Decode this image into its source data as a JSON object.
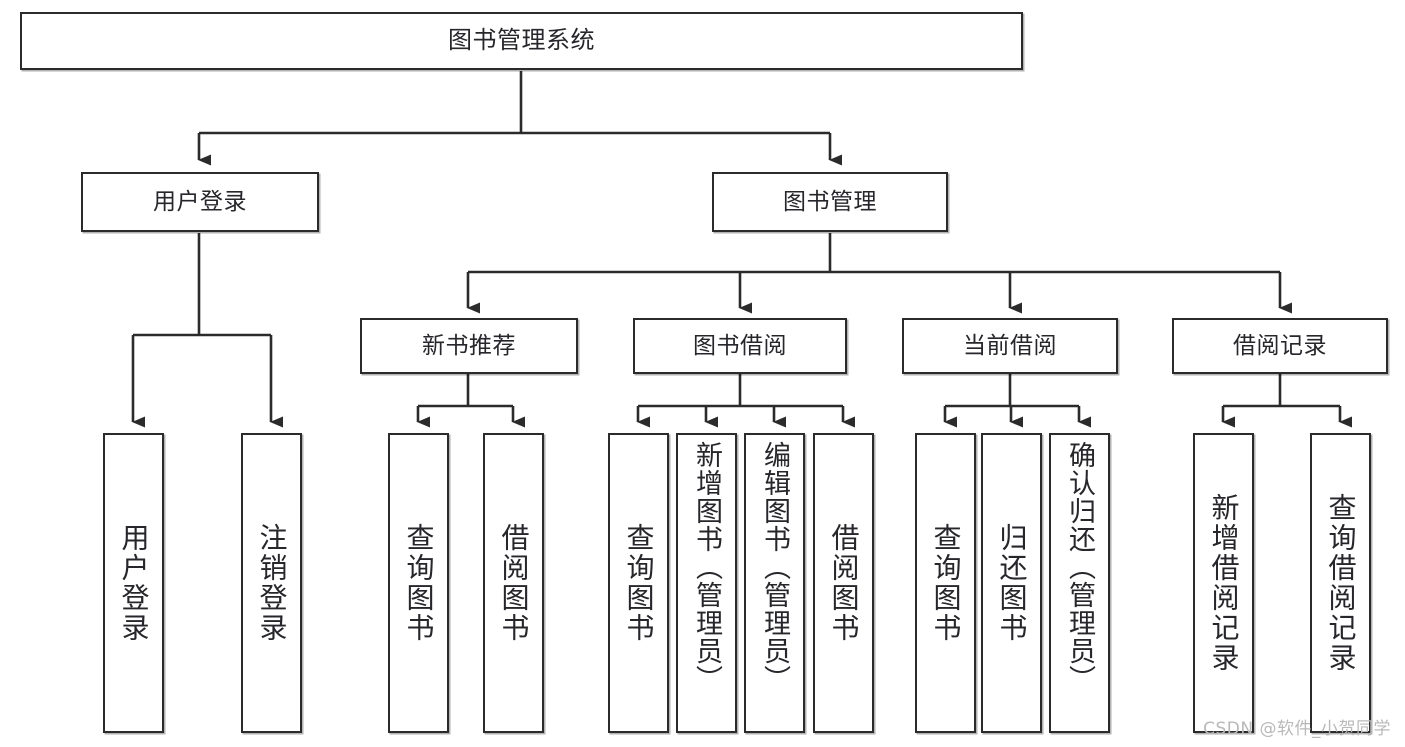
{
  "diagram": {
    "type": "tree",
    "title": "图书管理系统",
    "orientation": "top-down",
    "colors": {
      "background": "#ffffff",
      "box_border": "#2b2b2b",
      "box_fill": "#ffffff",
      "text": "#26262b",
      "connector": "#2b2b2b",
      "watermark": "#b9b9b9"
    },
    "root": {
      "label": "图书管理系统"
    },
    "tier1": [
      {
        "label": "用户登录"
      },
      {
        "label": "图书管理"
      }
    ],
    "tier2": [
      {
        "label": "新书推荐"
      },
      {
        "label": "图书借阅"
      },
      {
        "label": "当前借阅"
      },
      {
        "label": "借阅记录"
      }
    ],
    "leaves": {
      "user_login": [
        {
          "label": "用户登录"
        },
        {
          "label": "注销登录"
        }
      ],
      "new_book_recommend": [
        {
          "label": "查询图书"
        },
        {
          "label": "借阅图书"
        }
      ],
      "book_borrow": [
        {
          "label": "查询图书"
        },
        {
          "label": "新增图书（管理员）"
        },
        {
          "label": "编辑图书（管理员）"
        },
        {
          "label": "借阅图书"
        }
      ],
      "current_borrow": [
        {
          "label": "查询图书"
        },
        {
          "label": "归还图书"
        },
        {
          "label": "确认归还（管理员）"
        }
      ],
      "borrow_record": [
        {
          "label": "新增借阅记录"
        },
        {
          "label": "查询借阅记录"
        }
      ]
    },
    "watermark": "CSDN @软件_小贺同学"
  }
}
